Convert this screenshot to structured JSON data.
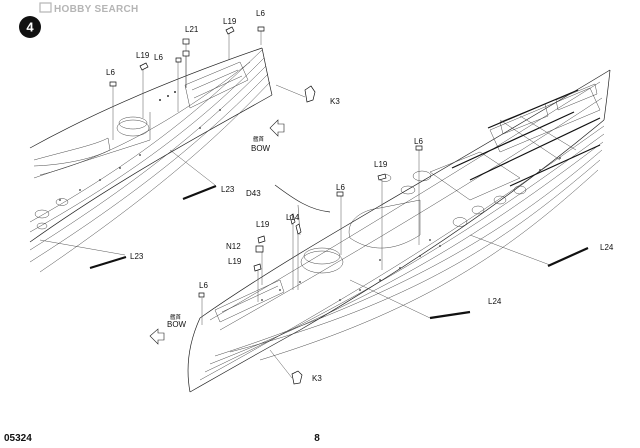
{
  "watermark": "HOBBY SEARCH",
  "step_number": "4",
  "product_code": "05324",
  "page_number": "8",
  "bow_marks": [
    {
      "cn": "艦首",
      "en": "BOW"
    },
    {
      "cn": "艦首",
      "en": "BOW"
    }
  ],
  "labels": {
    "L21": "L21",
    "L19": "L19",
    "L6": "L6",
    "K3": "K3",
    "L23": "L23",
    "D43": "D43",
    "L14": "L14",
    "N12": "N12",
    "L24": "L24"
  }
}
